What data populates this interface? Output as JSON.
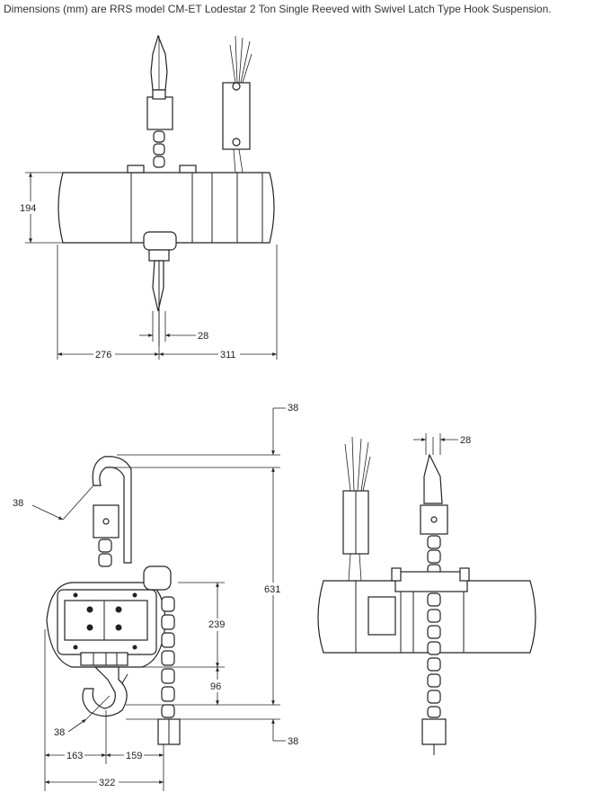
{
  "caption": "Dimensions (mm) are RRS model CM-ET Lodestar 2 Ton Single Reeved with Swivel Latch Type Hook Suspension.",
  "top_view": {
    "height": "194",
    "left_width": "276",
    "right_width": "311",
    "chain_width": "28"
  },
  "side_view": {
    "hook_angle": "38",
    "top_offset": "38",
    "overall_height": "631",
    "body_height": "239",
    "lower_height": "96",
    "bottom_hook_angle": "38",
    "bottom_offset": "38",
    "left_width": "163",
    "right_width": "159",
    "total_width": "322"
  },
  "front_view": {
    "chain_width": "28"
  }
}
